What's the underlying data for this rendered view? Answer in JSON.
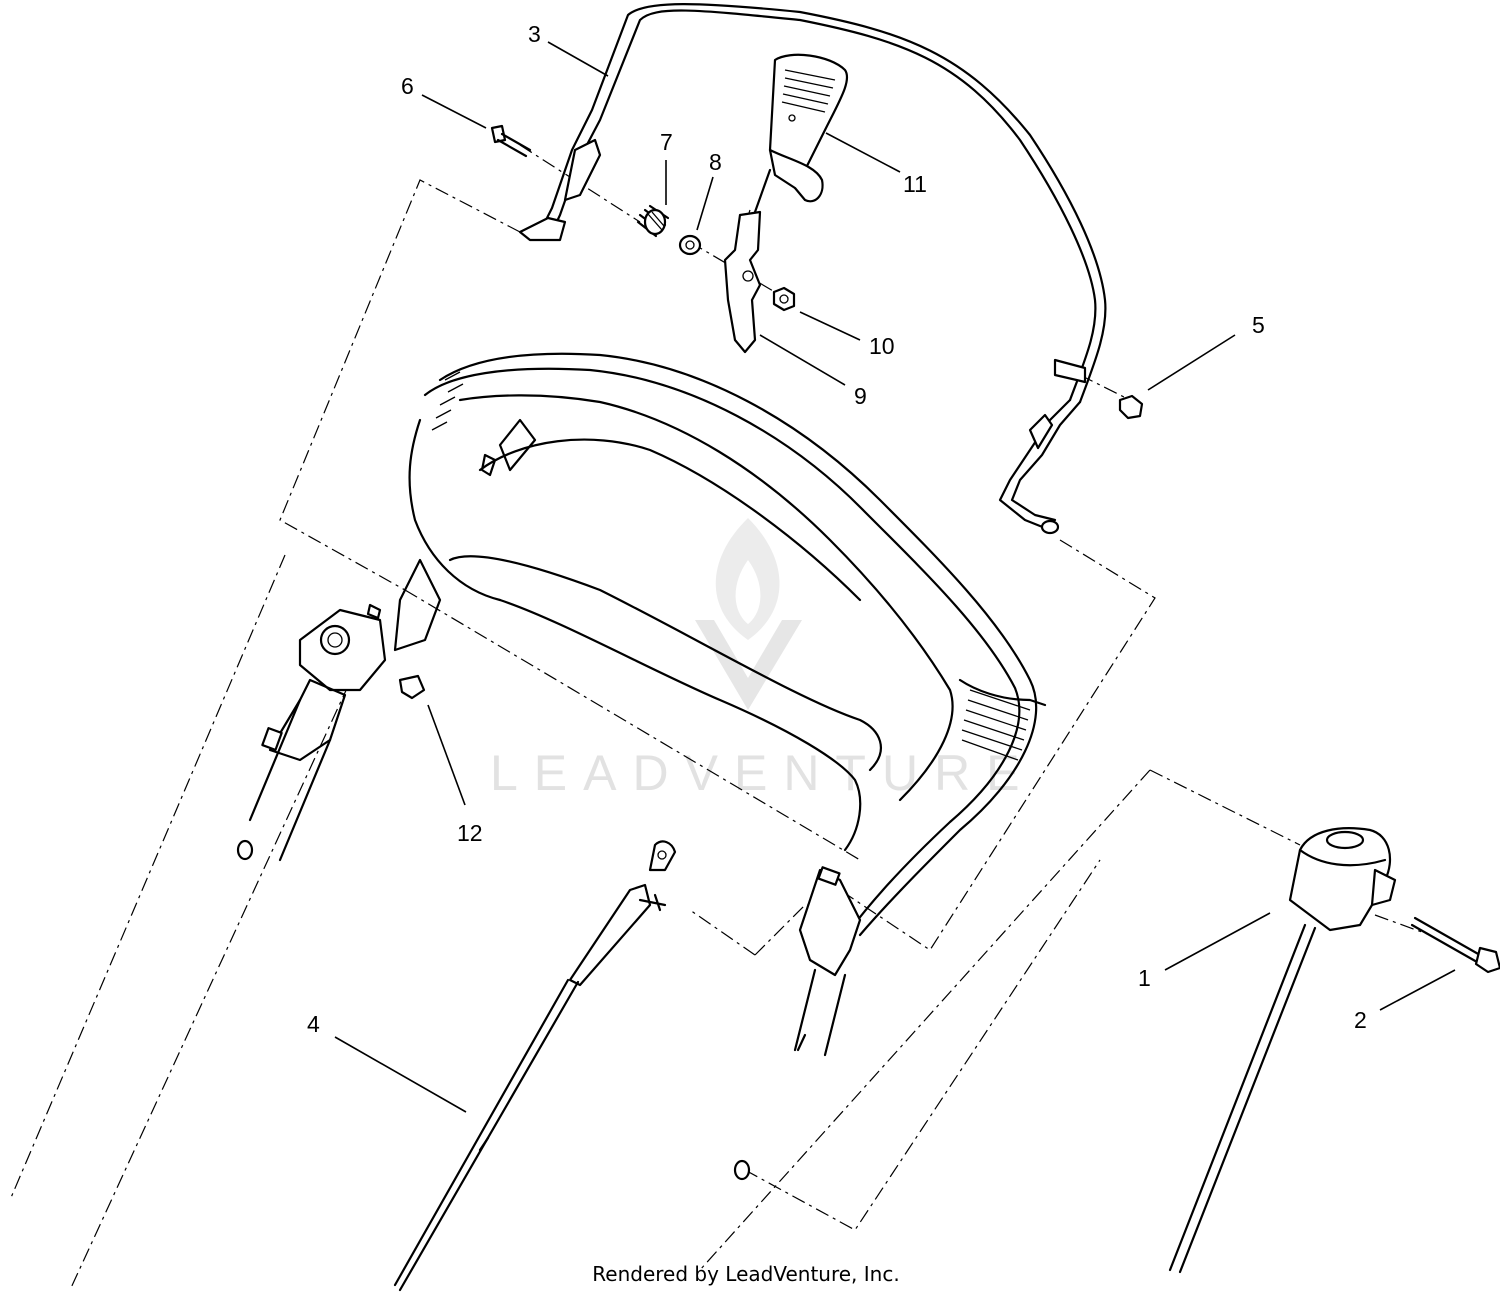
{
  "watermark": {
    "text": "LEADVENTURE",
    "color": "#e2e2e2",
    "icon": "flame-v-logo"
  },
  "footer": {
    "credit": "Rendered by LeadVenture, Inc."
  },
  "callouts": [
    {
      "id": "c1",
      "label": "1"
    },
    {
      "id": "c2",
      "label": "2"
    },
    {
      "id": "c3",
      "label": "3"
    },
    {
      "id": "c4",
      "label": "4"
    },
    {
      "id": "c5",
      "label": "5"
    },
    {
      "id": "c6",
      "label": "6"
    },
    {
      "id": "c7",
      "label": "7"
    },
    {
      "id": "c8",
      "label": "8"
    },
    {
      "id": "c9",
      "label": "9"
    },
    {
      "id": "c10",
      "label": "10"
    },
    {
      "id": "c11",
      "label": "11"
    },
    {
      "id": "c12",
      "label": "12"
    }
  ]
}
